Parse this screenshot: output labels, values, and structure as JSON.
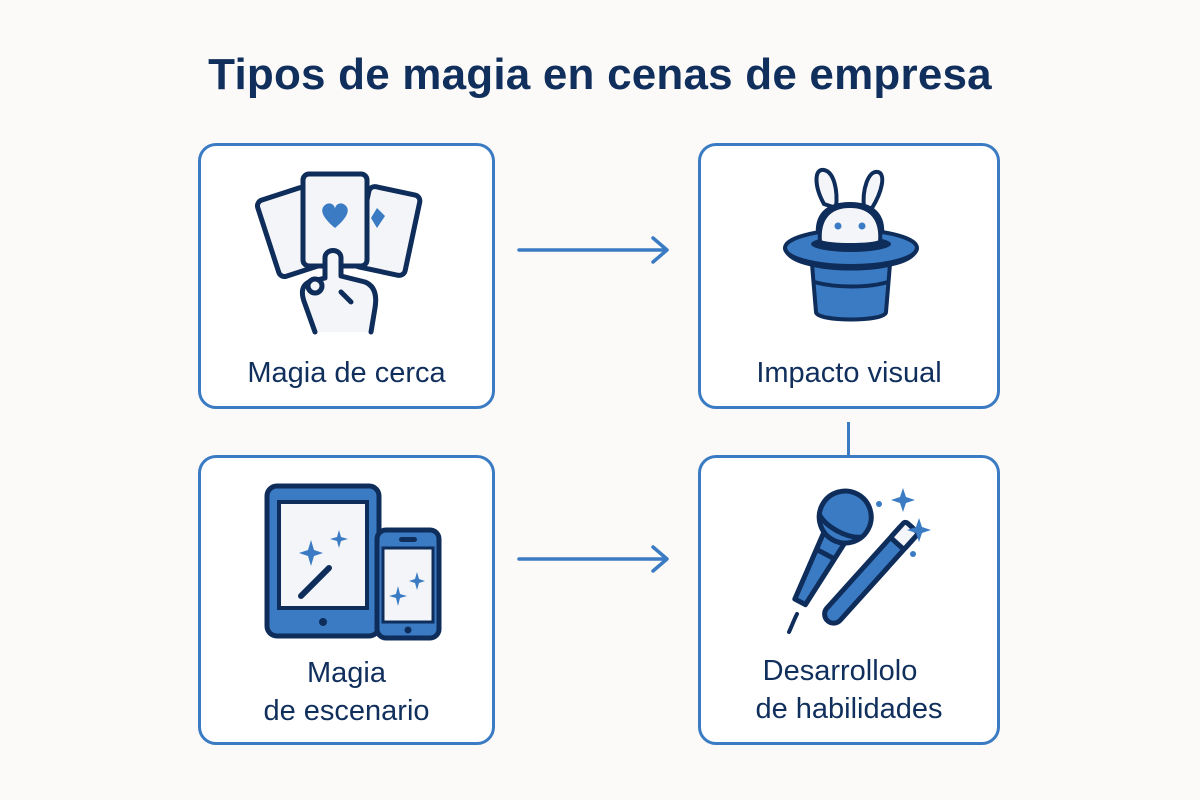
{
  "title": "Tipos de magia en cenas de empresa",
  "colors": {
    "background": "#fbfaf8",
    "border": "#3a7bc4",
    "text": "#102f5c",
    "icon_fill": "#3a7bc4",
    "icon_stroke": "#0f2d5a",
    "icon_light": "#f3f5f8"
  },
  "cards": [
    {
      "id": "close-up",
      "label_lines": [
        "Magia de cerca"
      ],
      "icon": "cards-in-hand-icon"
    },
    {
      "id": "visual-impact",
      "label_lines": [
        "Impacto visual"
      ],
      "icon": "rabbit-in-hat-icon"
    },
    {
      "id": "stage",
      "label_lines": [
        "Magia",
        "de escenario"
      ],
      "icon": "tablet-and-phone-icon"
    },
    {
      "id": "skills",
      "label_lines": [
        "Desarrollolo",
        "de habilidades"
      ],
      "icon": "microphone-and-wand-icon"
    }
  ],
  "connections": [
    {
      "from": "Magia de cerca",
      "to": "Impacto visual",
      "type": "arrow"
    },
    {
      "from": "Impacto visual",
      "to": "Desarrollolo de habilidades",
      "type": "line"
    },
    {
      "from": "Magia de escenario",
      "to": "Desarrollolo de habilidades",
      "type": "arrow"
    }
  ]
}
